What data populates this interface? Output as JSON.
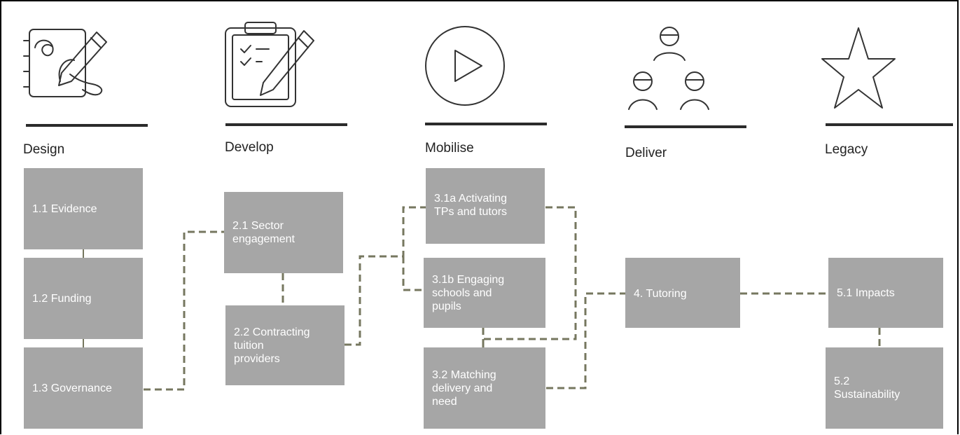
{
  "colors": {
    "box_fill": "#a6a6a6",
    "box_text": "#ffffff",
    "connector": "#76775f",
    "rule": "#2b2b2b",
    "icon_stroke": "#333333"
  },
  "phases": [
    {
      "icon": "design-sketch-icon",
      "label": "Design"
    },
    {
      "icon": "clipboard-pencil-icon",
      "label": "Develop"
    },
    {
      "icon": "play-icon",
      "label": "Mobilise"
    },
    {
      "icon": "people-group-icon",
      "label": "Deliver"
    },
    {
      "icon": "star-icon",
      "label": "Legacy"
    }
  ],
  "boxes": {
    "b11": "1.1 Evidence",
    "b12": "1.2 Funding",
    "b13": "1.3 Governance",
    "b21": "2.1 Sector\nengagement",
    "b22": "2.2 Contracting\ntuition\nproviders",
    "b31a": "3.1a Activating\nTPs and tutors",
    "b31b": "3.1b Engaging\nschools and\npupils",
    "b32": "3.2 Matching\ndelivery and\nneed",
    "b4": "4. Tutoring",
    "b51": "5.1 Impacts",
    "b52": "5.2\nSustainability"
  }
}
